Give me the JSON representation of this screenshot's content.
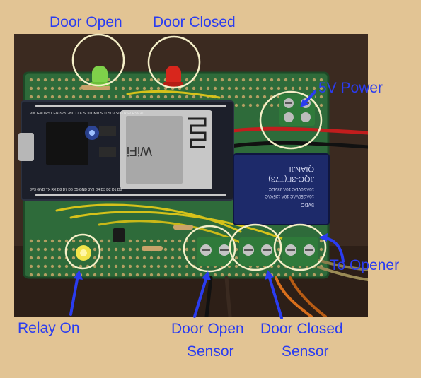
{
  "labels": {
    "door_open": "Door Open",
    "door_closed": "Door Closed",
    "power": "5V Power",
    "to_opener": "To Opener",
    "relay_on": "Relay On",
    "door_open_sensor_line1": "Door Open",
    "door_open_sensor_line2": "Sensor",
    "door_closed_sensor_line1": "Door Closed",
    "door_closed_sensor_line2": "Sensor"
  },
  "board": {
    "nodemcu_pins_top": "VIN GND RST EN 3V3 GND CLK SD0 CMD SD1 SD2 SD3 RSV RSV A0",
    "nodemcu_pins_bottom": "3V3 GND TX RX D8 D7 D6 D5 GND 3V3 D4 D3 D2 D1 D0",
    "wifi_module_text": "WiFi",
    "relay_brand": "QIANJI",
    "relay_model": "JQC-3F(T73)",
    "relay_rating_1": "10A 250VAC 10A 125VAC",
    "relay_rating_2": "10A 30VDC 10A 28VDC",
    "relay_coil": "5VDC"
  },
  "colors": {
    "annotation": "#2a3cf0",
    "highlight_circle": "#f5efc8",
    "background": "#e2c494",
    "pcb": "#2e6b3a",
    "led_green": "#7fd14a",
    "led_red": "#d8261c",
    "led_yellow": "#f2e34a"
  }
}
